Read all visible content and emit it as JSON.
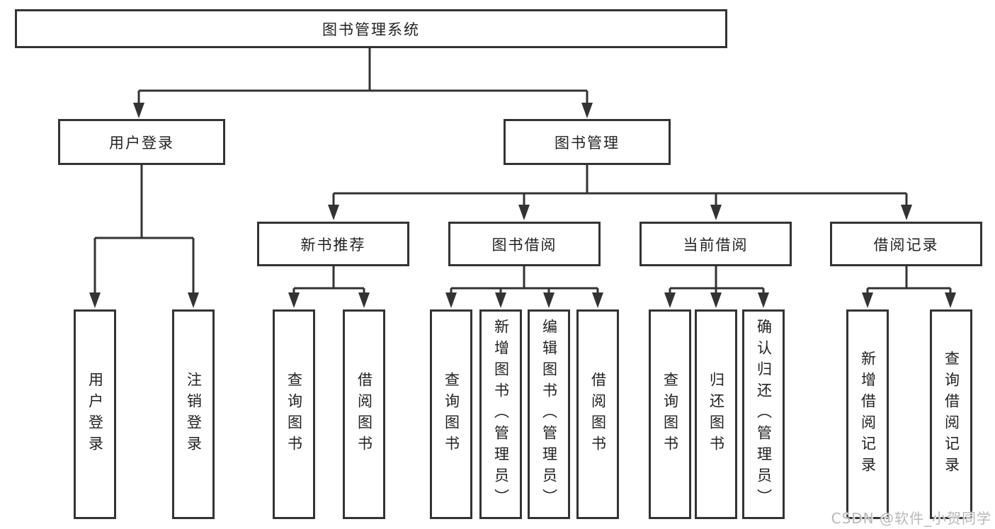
{
  "colors": {
    "line": "#333333",
    "box_border": "#333333",
    "text": "#222222",
    "background": "#ffffff",
    "watermark": "#b8b8bc"
  },
  "watermark": {
    "text": "CSDN @软件_小贺同学"
  },
  "tree": {
    "root": {
      "label": "图书管理系统"
    },
    "branches": [
      {
        "label": "用户登录",
        "children": [
          {
            "label": "用户登录"
          },
          {
            "label": "注销登录"
          }
        ]
      },
      {
        "label": "图书管理",
        "children": [
          {
            "label": "新书推荐",
            "children": [
              {
                "label": "查询图书"
              },
              {
                "label": "借阅图书"
              }
            ]
          },
          {
            "label": "图书借阅",
            "children": [
              {
                "label": "查询图书"
              },
              {
                "label": "新增图书（管理员）"
              },
              {
                "label": "编辑图书（管理员）"
              },
              {
                "label": "借阅图书"
              }
            ]
          },
          {
            "label": "当前借阅",
            "children": [
              {
                "label": "查询图书"
              },
              {
                "label": "归还图书"
              },
              {
                "label": "确认归还（管理员）"
              }
            ]
          },
          {
            "label": "借阅记录",
            "children": [
              {
                "label": "新增借阅记录"
              },
              {
                "label": "查询借阅记录"
              }
            ]
          }
        ]
      }
    ]
  }
}
